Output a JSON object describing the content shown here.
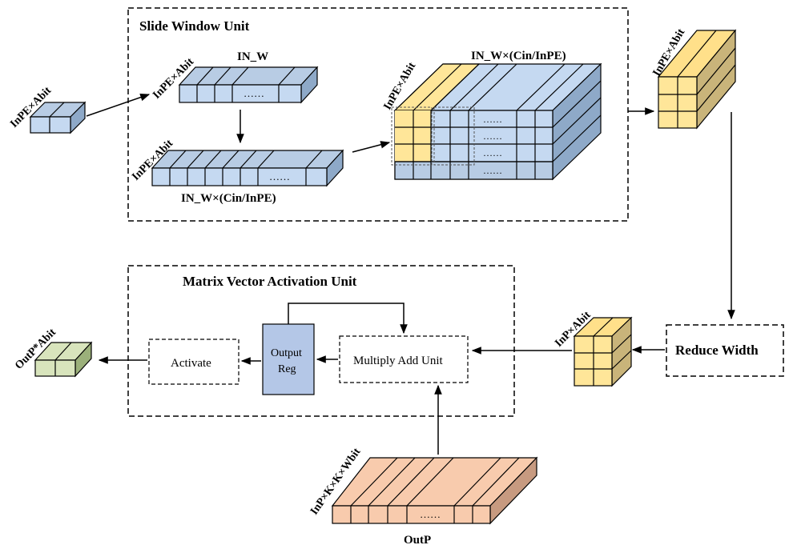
{
  "slide_window": {
    "title": "Slide Window Unit",
    "input_label": "InPE×Abit",
    "row_label_top": "InPE×Abit",
    "row_label_mid": "InPE×Abit",
    "in_w_label": "IN_W",
    "in_w_cin_label": "IN_W×(Cin/InPE)",
    "buffer_label": "InPE×Abit",
    "buffer_size_label": "IN_W×(Cin/InPE)",
    "ellipsis": "……"
  },
  "window_output_label": "InPE×Abit",
  "reduce_width": {
    "label": "Reduce Width"
  },
  "reduced_label": "InP×Abit",
  "mvau": {
    "title": "Matrix Vector Activation Unit",
    "multiply_add": "Multiply Add Unit",
    "output_reg_line1": "Output",
    "output_reg_line2": "Reg",
    "activate": "Activate"
  },
  "output_label": "OutP*Abit",
  "weights": {
    "size_label": "InP×K×K×Wbit",
    "outp_label": "OutP",
    "ellipsis": "……"
  },
  "colors": {
    "blue_front": "#c5d9f1",
    "blue_top": "#b8cce4",
    "blue_side": "#8ea9c8",
    "yellow_front": "#ffe699",
    "yellow_top": "#ffe08a",
    "yellow_side": "#c9b47a",
    "green_front": "#d8e4bc",
    "green_side": "#9bb07a",
    "orange_front": "#f8cbad",
    "orange_side": "#c79a80",
    "reg_fill": "#b4c7e7"
  }
}
